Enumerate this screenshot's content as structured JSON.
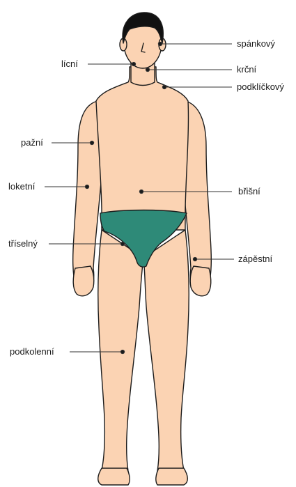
{
  "colors": {
    "skin": "#fbd3b3",
    "outline": "#1c1c1c",
    "hair": "#111111",
    "briefs": "#2e8a78",
    "line": "#333333"
  },
  "labels": {
    "spankovy": "spánkový",
    "licni": "lícní",
    "krcni": "krční",
    "podklickovy": "podklíčkový",
    "pazni": "pažní",
    "loketni": "loketní",
    "brisni": "břišní",
    "triselny": "tříselný",
    "zapestni": "zápěstní",
    "podkolenni": "podkolenní"
  }
}
